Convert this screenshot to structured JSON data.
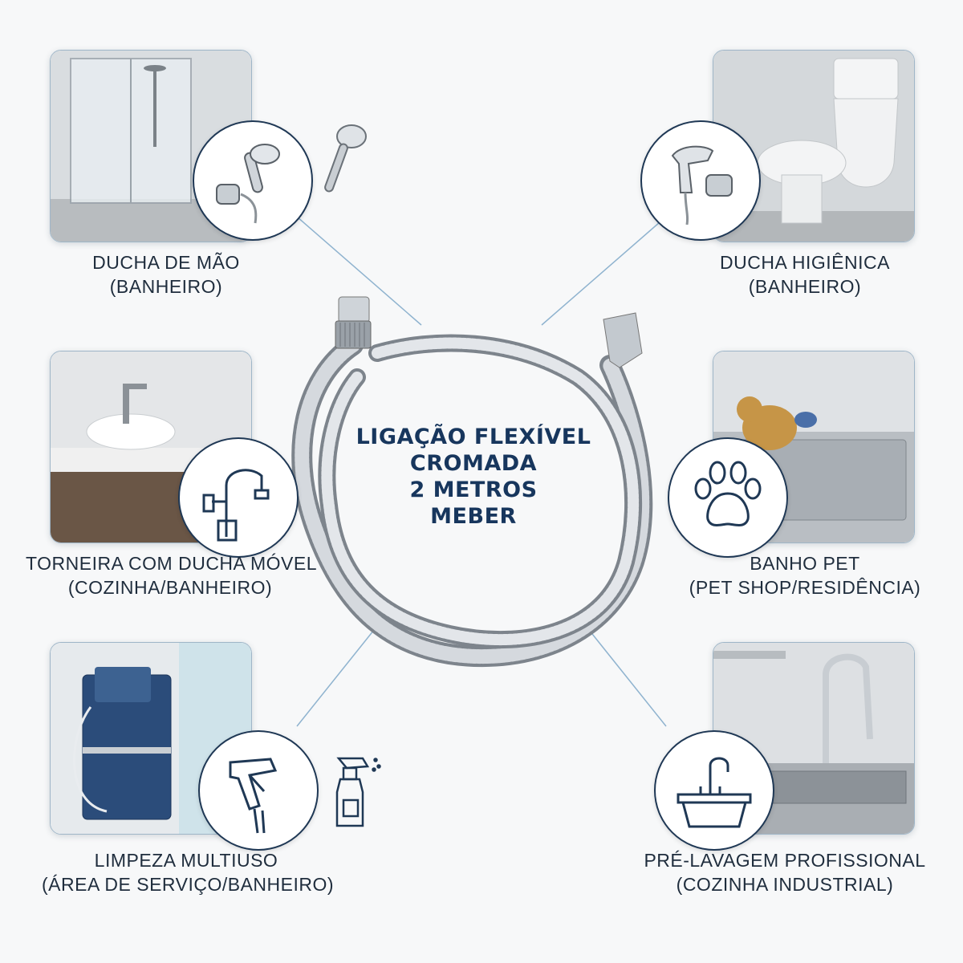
{
  "title_lines": [
    "LIGAÇÃO FLEXÍVEL",
    "CROMADA",
    "2 METROS",
    "MEBER"
  ],
  "colors": {
    "navy": "#1f3855",
    "line": "#8fb3cf",
    "text": "#1f2d3d",
    "title": "#17365d",
    "chrome": "#b9bec4"
  },
  "applications": {
    "hand_shower": {
      "name": "DUCHA DE MÃO",
      "context": "(BANHEIRO)",
      "icon": "hand-shower-icon"
    },
    "bidet_shower": {
      "name": "DUCHA HIGIÊNICA",
      "context": "(BANHEIRO)",
      "icon": "bidet-sprayer-icon"
    },
    "faucet": {
      "name": "TORNEIRA COM DUCHA MÓVEL",
      "context": "(COZINHA/BANHEIRO)",
      "icon": "faucet-icon"
    },
    "pet": {
      "name": "BANHO PET",
      "context": "(PET SHOP/RESIDÊNCIA)",
      "icon": "paw-icon"
    },
    "cleaning": {
      "name": "LIMPEZA MULTIUSO",
      "context": "(ÁREA DE SERVIÇO/BANHEIRO)",
      "icon": "spray-gun-icon"
    },
    "prewash": {
      "name": "PRÉ-LAVAGEM PROFISSIONAL",
      "context": "(COZINHA INDUSTRIAL)",
      "icon": "sink-icon"
    }
  }
}
